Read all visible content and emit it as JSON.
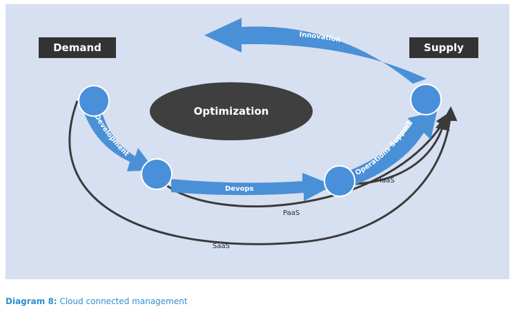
{
  "nodes": {
    "demand": "Demand",
    "supply": "Supply",
    "center": "Optimization"
  },
  "flows": {
    "innovation": "Innovation",
    "development": "Development",
    "devops": "Devops",
    "operations_support": "Operations Support"
  },
  "services": {
    "iaas": "IaaS",
    "paas": "PaaS",
    "saas": "SaaS"
  },
  "caption": {
    "prefix": "Diagram 8:",
    "text": "Cloud connected management"
  },
  "colors": {
    "panel_bg": "#d7e0f1",
    "arrow_blue": "#4a90d6",
    "node_blue": "#4a8fda",
    "dark_box": "#333333",
    "ellipse": "#3f3f3f",
    "line": "#3a3a3a",
    "caption": "#2f8fcf"
  }
}
